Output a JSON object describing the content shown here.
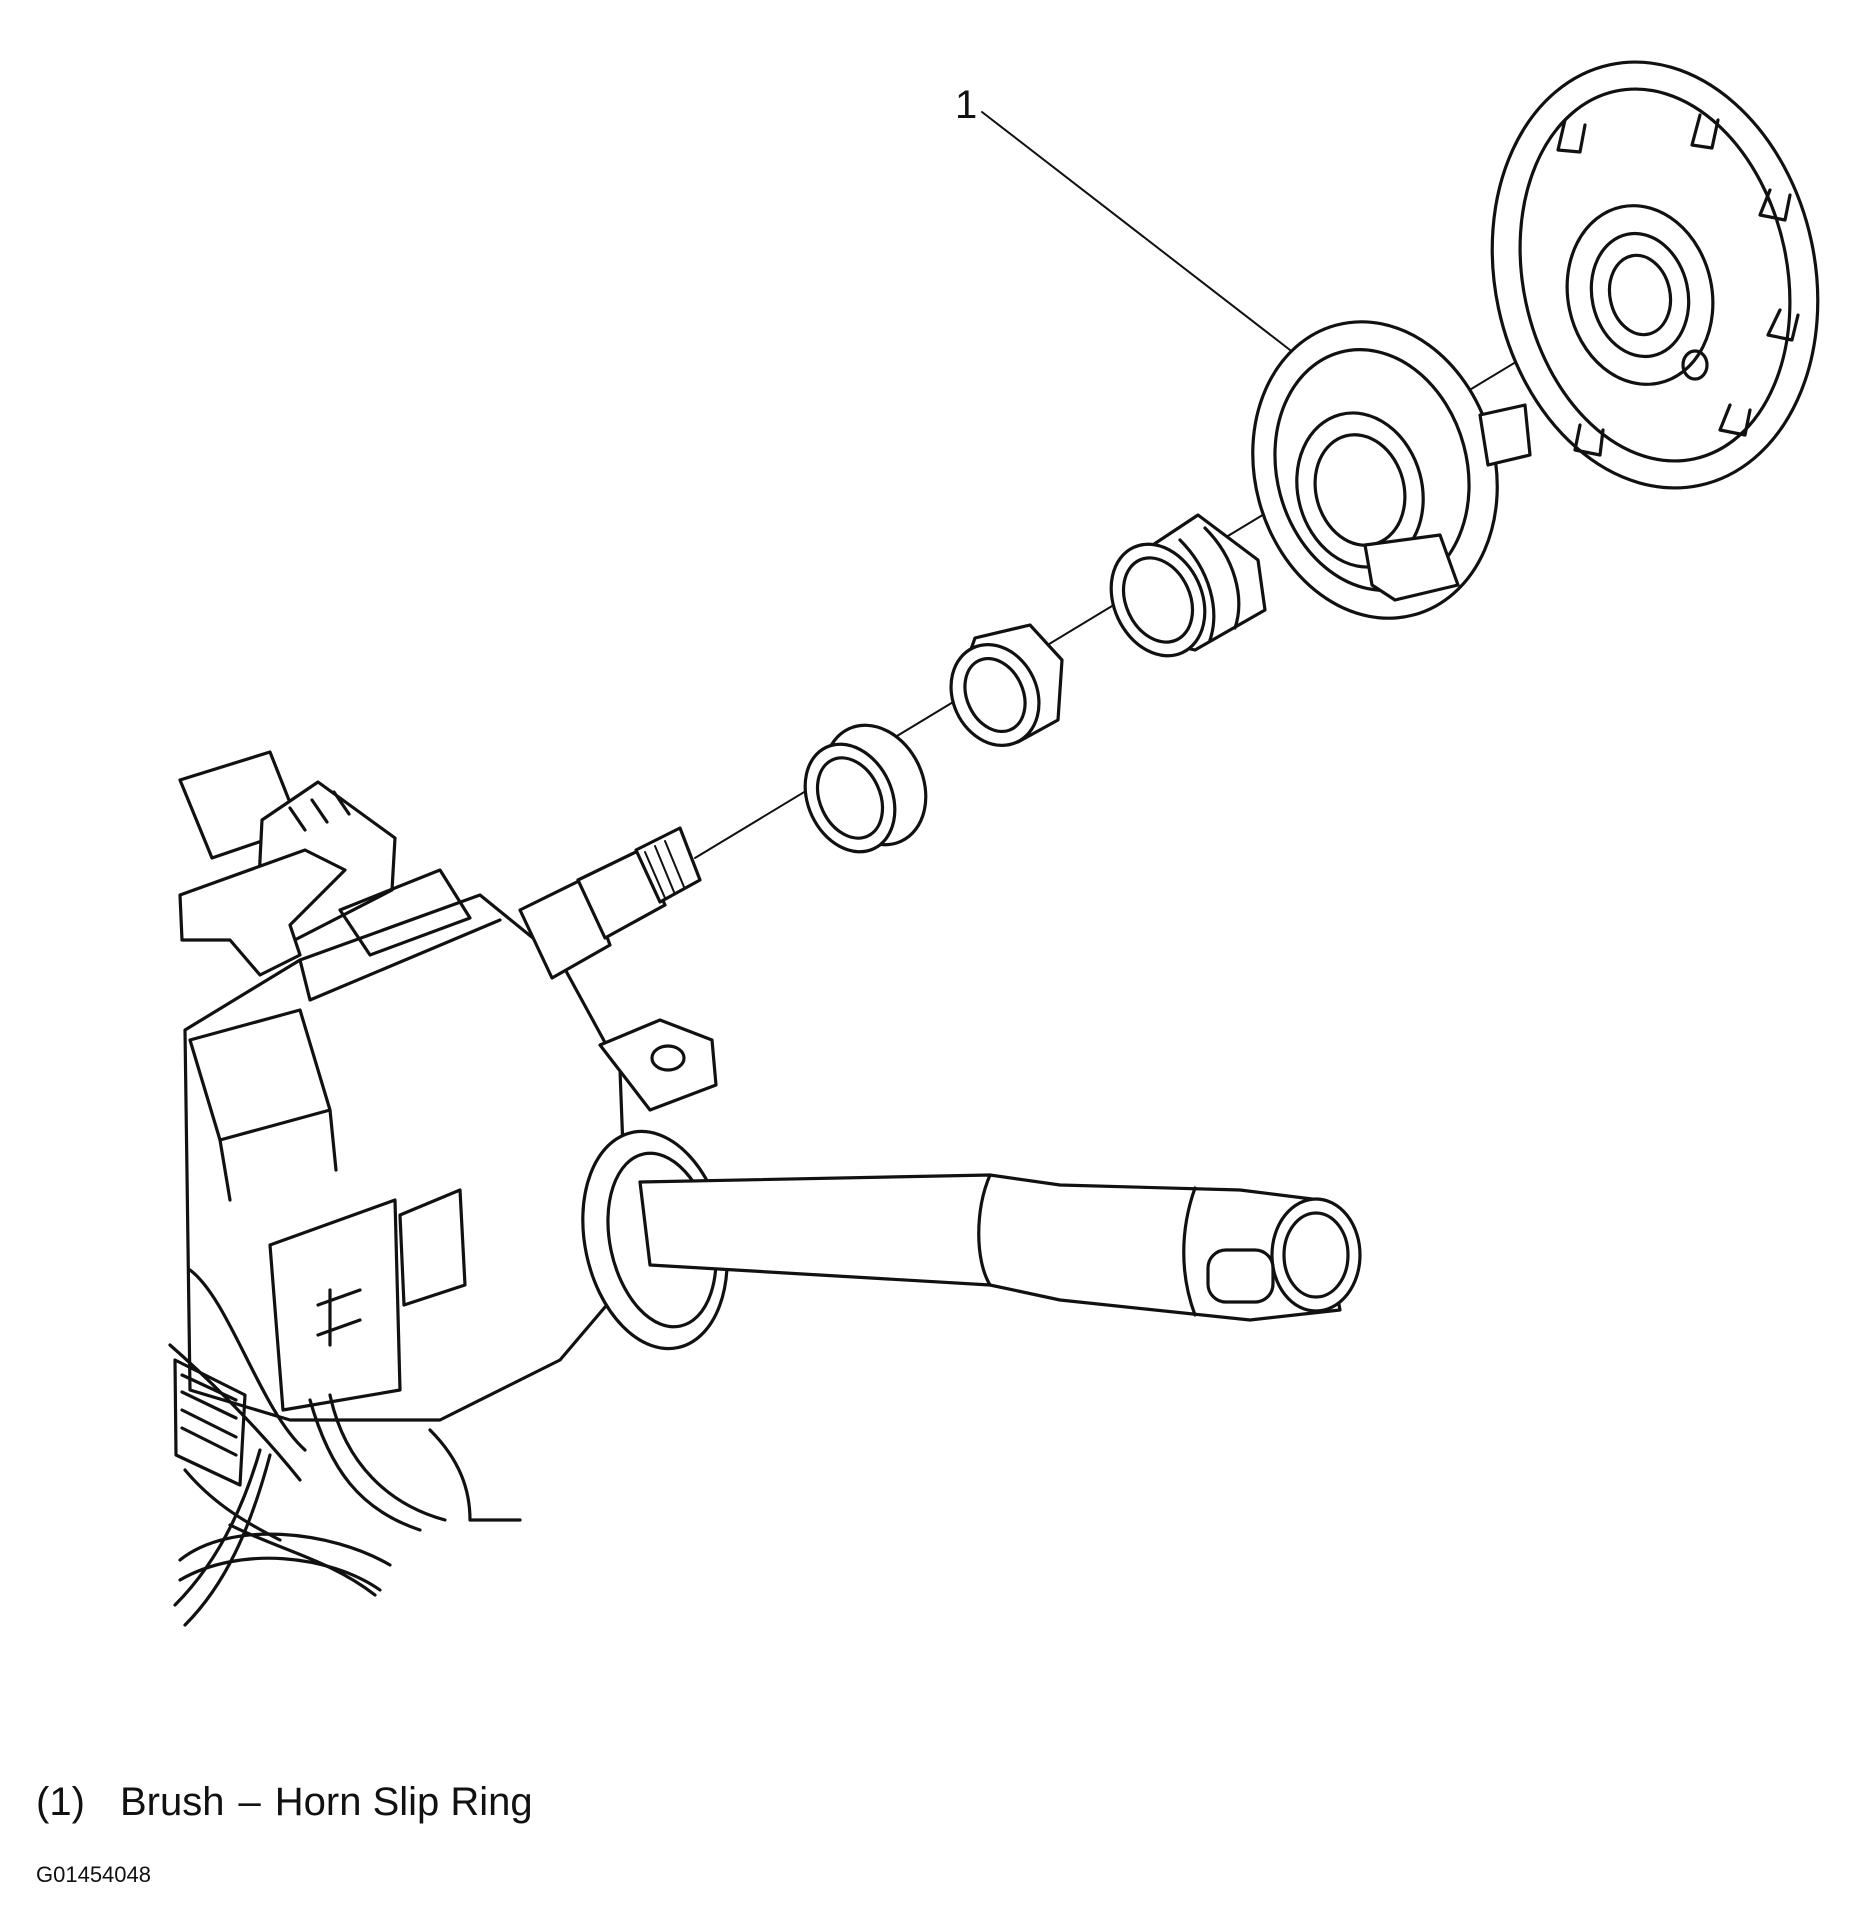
{
  "callouts": [
    {
      "number": "1"
    }
  ],
  "legend": [
    {
      "number": "(1)",
      "part": "Brush",
      "separator": "–",
      "description": "Horn Slip Ring"
    }
  ],
  "figure_code": "G01454048",
  "colors": {
    "line": "#111111",
    "background": "#ffffff"
  }
}
